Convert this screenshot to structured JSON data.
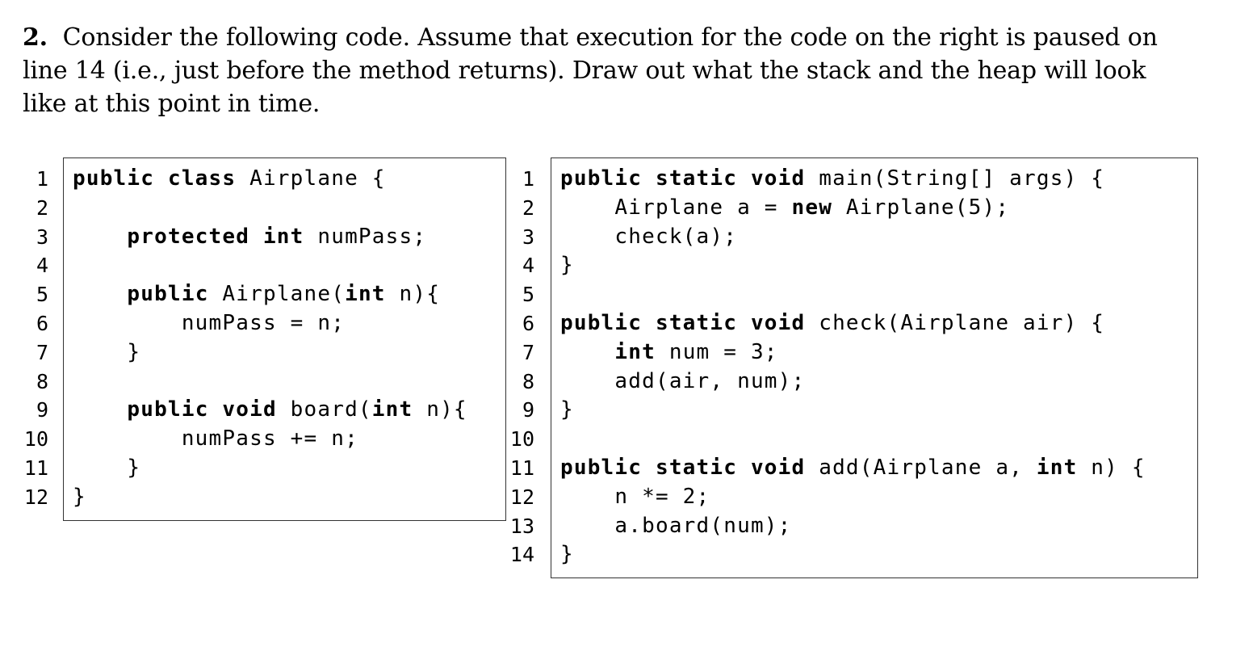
{
  "question": {
    "number": "2.",
    "text": "Consider the following code. Assume that execution for the code on the right is paused on line 14 (i.e., just before the method returns). Draw out what the stack and the heap will look like at this point in time."
  },
  "left_code": {
    "line_numbers": [
      "1",
      "2",
      "3",
      "4",
      "5",
      "6",
      "7",
      "8",
      "9",
      "10",
      "11",
      "12"
    ],
    "lines": [
      [
        {
          "t": "public class",
          "k": true
        },
        {
          "t": " Airplane {",
          "k": false
        }
      ],
      [],
      [
        {
          "t": "    ",
          "k": false
        },
        {
          "t": "protected int",
          "k": true
        },
        {
          "t": " numPass;",
          "k": false
        }
      ],
      [],
      [
        {
          "t": "    ",
          "k": false
        },
        {
          "t": "public",
          "k": true
        },
        {
          "t": " Airplane(",
          "k": false
        },
        {
          "t": "int",
          "k": true
        },
        {
          "t": " n){",
          "k": false
        }
      ],
      [
        {
          "t": "        numPass = n;",
          "k": false
        }
      ],
      [
        {
          "t": "    }",
          "k": false
        }
      ],
      [],
      [
        {
          "t": "    ",
          "k": false
        },
        {
          "t": "public void",
          "k": true
        },
        {
          "t": " board(",
          "k": false
        },
        {
          "t": "int",
          "k": true
        },
        {
          "t": " n){",
          "k": false
        }
      ],
      [
        {
          "t": "        numPass += n;",
          "k": false
        }
      ],
      [
        {
          "t": "    }",
          "k": false
        }
      ],
      [
        {
          "t": "}",
          "k": false
        }
      ]
    ]
  },
  "right_code": {
    "line_numbers": [
      "1",
      "2",
      "3",
      "4",
      "5",
      "6",
      "7",
      "8",
      "9",
      "10",
      "11",
      "12",
      "13",
      "14"
    ],
    "lines": [
      [
        {
          "t": "public static void",
          "k": true
        },
        {
          "t": " main(String[] args) {",
          "k": false
        }
      ],
      [
        {
          "t": "    Airplane a = ",
          "k": false
        },
        {
          "t": "new",
          "k": true
        },
        {
          "t": " Airplane(5);",
          "k": false
        }
      ],
      [
        {
          "t": "    check(a);",
          "k": false
        }
      ],
      [
        {
          "t": "}",
          "k": false
        }
      ],
      [],
      [
        {
          "t": "public static void",
          "k": true
        },
        {
          "t": " check(Airplane air) {",
          "k": false
        }
      ],
      [
        {
          "t": "    ",
          "k": false
        },
        {
          "t": "int",
          "k": true
        },
        {
          "t": " num = 3;",
          "k": false
        }
      ],
      [
        {
          "t": "    add(air, num);",
          "k": false
        }
      ],
      [
        {
          "t": "}",
          "k": false
        }
      ],
      [],
      [
        {
          "t": "public static void",
          "k": true
        },
        {
          "t": " add(Airplane a, ",
          "k": false
        },
        {
          "t": "int",
          "k": true
        },
        {
          "t": " n) {",
          "k": false
        }
      ],
      [
        {
          "t": "    n *= 2;",
          "k": false
        }
      ],
      [
        {
          "t": "    a.board(num);",
          "k": false
        }
      ],
      [
        {
          "t": "}",
          "k": false
        }
      ]
    ]
  }
}
